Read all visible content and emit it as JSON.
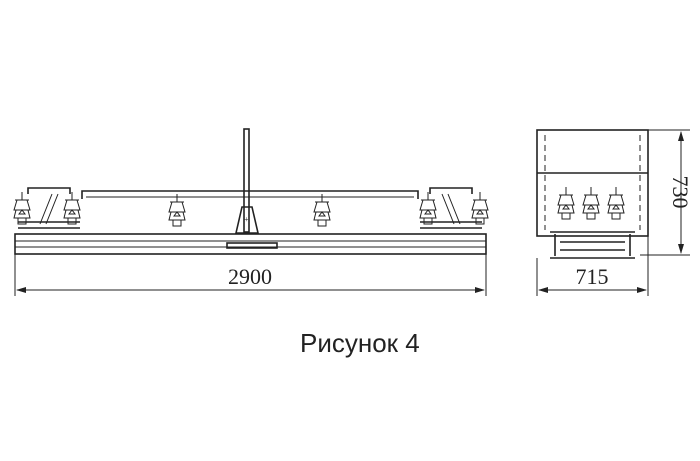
{
  "figure": {
    "caption": "Рисунок 4",
    "dimensions": {
      "length": "2900",
      "width": "715",
      "height": "730"
    }
  }
}
